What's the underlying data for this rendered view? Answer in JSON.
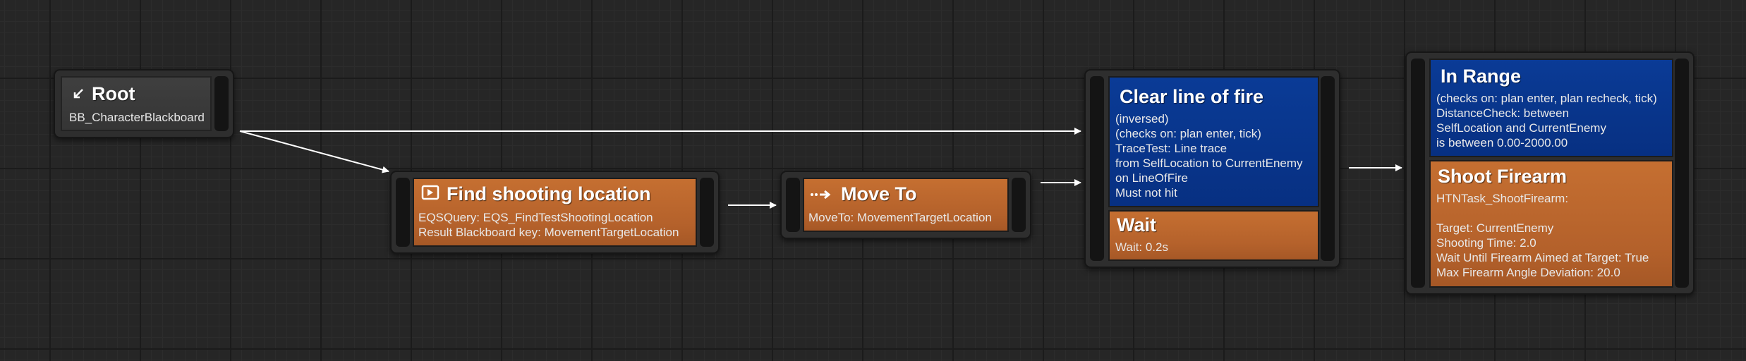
{
  "graph": {
    "nodes": {
      "root": {
        "title": "Root",
        "icon": "root-icon",
        "lines": [
          "BB_CharacterBlackboard"
        ]
      },
      "find_location": {
        "title": "Find shooting location",
        "icon": "eqs-query-icon",
        "lines": [
          "EQSQuery: EQS_FindTestShootingLocation",
          "Result Blackboard key: MovementTargetLocation"
        ]
      },
      "move_to": {
        "title": "Move To",
        "icon": "move-to-icon",
        "lines": [
          "MoveTo: MovementTargetLocation"
        ]
      },
      "clear_line": {
        "decorator": {
          "title": "Clear line of fire",
          "lines": [
            "(inversed)",
            "(checks on: plan enter, tick)",
            "TraceTest: Line trace",
            "from SelfLocation to CurrentEnemy",
            "on LineOfFire",
            "Must not hit"
          ]
        },
        "task": {
          "title": "Wait",
          "lines": [
            "Wait: 0.2s"
          ]
        }
      },
      "in_range": {
        "decorator": {
          "title": "In Range",
          "lines": [
            "(checks on: plan enter, plan recheck, tick)",
            "DistanceCheck: between",
            "SelfLocation and CurrentEnemy",
            "is between 0.00-2000.00"
          ]
        },
        "task": {
          "title": "Shoot Firearm",
          "lines": [
            "HTNTask_ShootFirearm:",
            "",
            "Target: CurrentEnemy",
            "Shooting Time: 2.0",
            "Wait Until Firearm Aimed at Target: True",
            "Max Firearm Angle Deviation: 20.0"
          ]
        }
      }
    },
    "colors": {
      "background": "#262626",
      "task_orange": "#b4612b",
      "decorator_blue": "#07358a",
      "root_gray": "#3a3a3a",
      "wire": "#ffffff"
    }
  }
}
